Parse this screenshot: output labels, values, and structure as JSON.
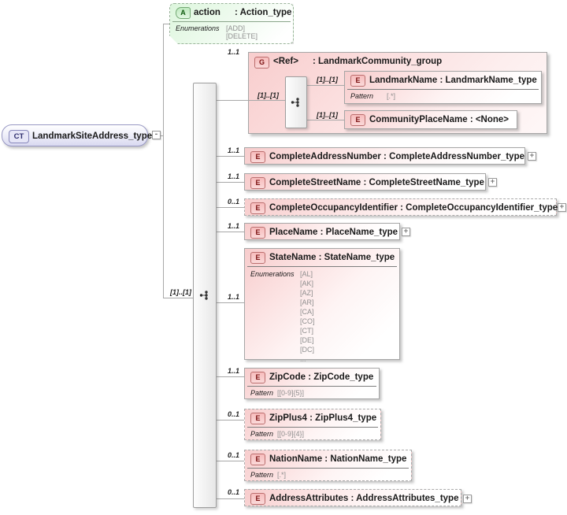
{
  "root": {
    "badge": "CT",
    "name": "LandmarkSiteAddress_type"
  },
  "attribute": {
    "badge": "A",
    "name": "action",
    "type": ": Action_type",
    "facet_label": "Enumerations",
    "values": [
      "[ADD]",
      "[DELETE]"
    ]
  },
  "connectors": {
    "root_to_content": "[1]..[1]"
  },
  "group": {
    "badge": "G",
    "name": "<Ref>",
    "type": ": LandmarkCommunity_group",
    "cardinality": "1..1",
    "inner_cardinality": "[1]..[1]",
    "children": [
      {
        "badge": "E",
        "cardinality": "[1]..[1]",
        "title": "LandmarkName : LandmarkName_type",
        "facet_label": "Pattern",
        "values": [
          "[.*]"
        ]
      },
      {
        "badge": "E",
        "cardinality": "[1]..[1]",
        "title": "CommunityPlaceName : <None>"
      }
    ]
  },
  "elements": [
    {
      "badge": "E",
      "cardinality": "1..1",
      "title": "CompleteAddressNumber : CompleteAddressNumber_type"
    },
    {
      "badge": "E",
      "cardinality": "1..1",
      "title": "CompleteStreetName : CompleteStreetName_type"
    },
    {
      "badge": "E",
      "cardinality": "0..1",
      "title": "CompleteOccupancyIdentifier : CompleteOccupancyIdentifier_type"
    },
    {
      "badge": "E",
      "cardinality": "1..1",
      "title": "PlaceName : PlaceName_type"
    },
    {
      "badge": "E",
      "cardinality": "1..1",
      "title": "StateName : StateName_type",
      "facet_label": "Enumerations",
      "values": [
        "[AL]",
        "[AK]",
        "[AZ]",
        "[AR]",
        "[CA]",
        "[CO]",
        "[CT]",
        "[DE]",
        "[DC]",
        "..."
      ]
    },
    {
      "badge": "E",
      "cardinality": "1..1",
      "title": "ZipCode : ZipCode_type",
      "facet_label": "Pattern",
      "values": [
        "[[0-9]{5}]"
      ]
    },
    {
      "badge": "E",
      "cardinality": "0..1",
      "title": "ZipPlus4 : ZipPlus4_type",
      "facet_label": "Pattern",
      "values": [
        "[[0-9]{4}]"
      ]
    },
    {
      "badge": "E",
      "cardinality": "0..1",
      "title": "NationName : NationName_type",
      "facet_label": "Pattern",
      "values": [
        "[.*]"
      ]
    },
    {
      "badge": "E",
      "cardinality": "0..1",
      "title": "AddressAttributes : AddressAttributes_type"
    }
  ],
  "toggles": {
    "collapse": "-",
    "expand": "+"
  },
  "colors": {
    "element_pink": "#f7cccc",
    "attribute_green": "#ddf6dd",
    "root_lavender": "#d9d9f0",
    "line_gray": "#a8a8a8"
  }
}
